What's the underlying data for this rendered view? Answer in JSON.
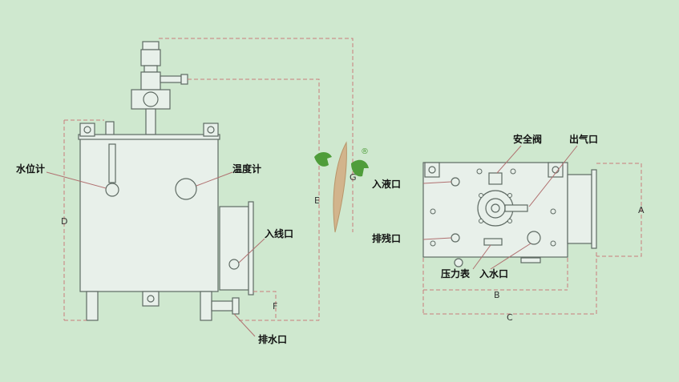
{
  "colors": {
    "background": "#cfe8cf",
    "equipment_fill": "#e8f0ea",
    "equipment_stroke": "#5e6a63",
    "dimension_line": "#c97b7b",
    "leader_line": "#b07070",
    "logo_green": "#4f9d3a",
    "logo_tan": "#d2b48c"
  },
  "labels": {
    "water_level_gauge": "水位计",
    "thermometer": "温度计",
    "wire_inlet": "入线口",
    "drain_outlet": "排水口",
    "liquid_inlet": "入液口",
    "residue_outlet": "排残口",
    "safety_valve": "安全阀",
    "gas_outlet": "出气口",
    "pressure_gauge": "压力表",
    "water_inlet": "入水口"
  },
  "dimensions": {
    "A": "A",
    "B": "B",
    "C": "C",
    "D": "D",
    "E": "E",
    "F": "F",
    "G": "G"
  },
  "logo": {
    "mark": "®",
    "icon": "leaf-logo-icon"
  }
}
